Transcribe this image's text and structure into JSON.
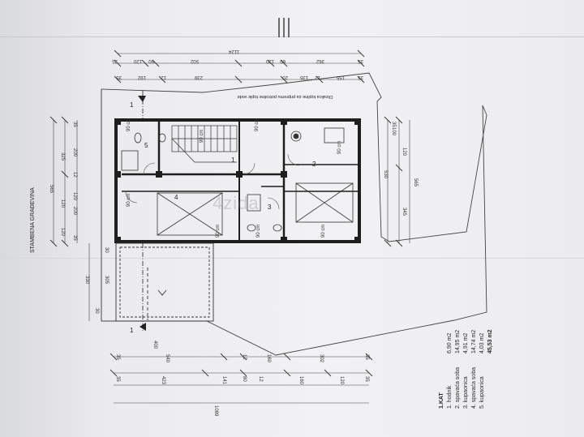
{
  "building_label": "STAMBENA GRAĐEVINA",
  "notes": {
    "hot_water": "Dizalica topline za pripremu potrošne tople vode"
  },
  "rooms": [
    {
      "no": "1"
    },
    {
      "no": "2"
    },
    {
      "no": "3"
    },
    {
      "no": "4"
    },
    {
      "no": "5"
    }
  ],
  "section_marks": [
    "1",
    "1"
  ],
  "door_tags": [
    "90 cm",
    "90 cm",
    "90 cm",
    "90 cm",
    "90 cm",
    "90 cm",
    "90 cm",
    "90 cm"
  ],
  "dims_top_outer": [
    "1124"
  ],
  "dims_top_row2": [
    "35",
    "120",
    "60",
    "502",
    "120",
    "60",
    "362",
    "35"
  ],
  "dims_top_row3": [
    "35",
    "192",
    "12",
    "239",
    "20",
    "135",
    "12",
    "155",
    "35"
  ],
  "dims_bottom_row1": [
    "35",
    "423",
    "141",
    "80",
    "12",
    "160",
    "120",
    "35"
  ],
  "dims_bottom_row2": [
    "35",
    "540",
    "12",
    "160",
    "302",
    "35"
  ],
  "dims_bottom_row3": [
    "400"
  ],
  "dims_bottom_outer": [
    "1089"
  ],
  "dims_left": [
    "565",
    "325",
    "200",
    "12",
    "120",
    "120",
    "200",
    "35",
    "35",
    "120"
  ],
  "dims_right": [
    "565",
    "345",
    "100",
    "120",
    "530",
    "35"
  ],
  "dims_terrace": [
    "330",
    "30",
    "305",
    "30"
  ],
  "legend": {
    "heading": "1.KAT",
    "items": [
      {
        "label": "1. hodnik",
        "area": "6,90 m2"
      },
      {
        "label": "2. spavaća soba",
        "area": "14,95 m2"
      },
      {
        "label": "3. kupaonica",
        "area": "4,91 m2"
      },
      {
        "label": "4. spavaća soba",
        "area": "14,74 m2"
      },
      {
        "label": "5. kupaonica",
        "area": "4,03 m2"
      }
    ],
    "total": "45,53 m2"
  },
  "watermark": "4zida",
  "colors": {
    "ink": "#2b2b2b",
    "paper": "#efeff1",
    "wall_fill": "#1e1e1e"
  }
}
